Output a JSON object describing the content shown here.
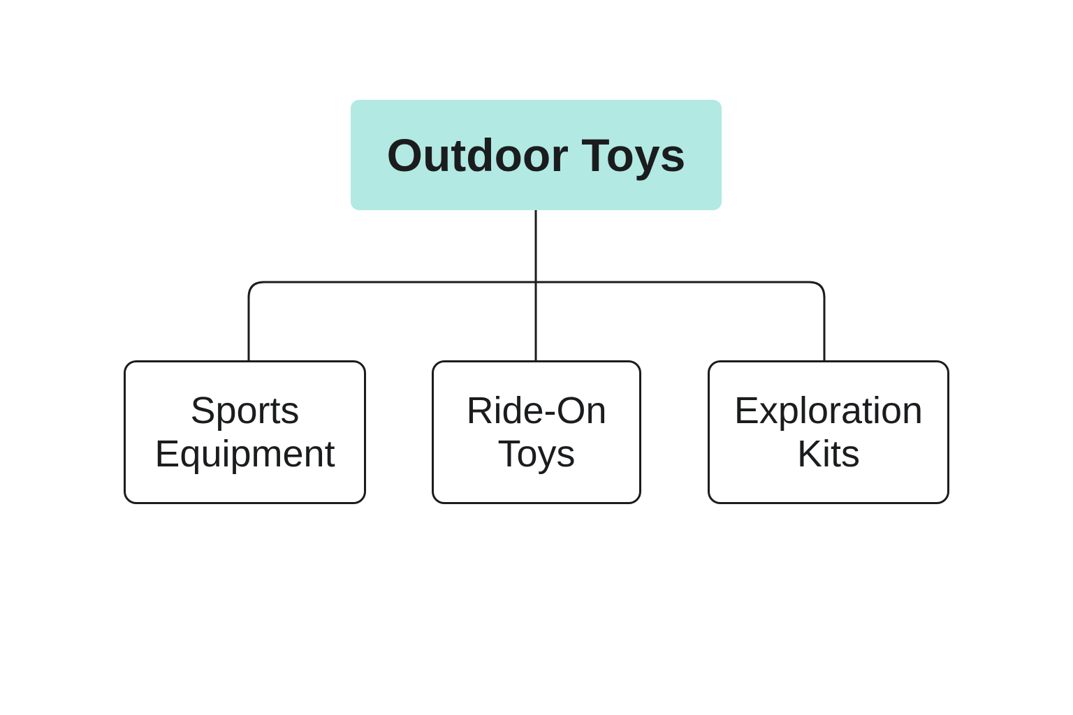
{
  "diagram": {
    "root": {
      "label": "Outdoor Toys",
      "fill_color": "#b2e9e3"
    },
    "children": [
      {
        "label": "Sports\nEquipment"
      },
      {
        "label": "Ride-On\nToys"
      },
      {
        "label": "Exploration\nKits"
      }
    ],
    "line_color": "#1b1c1e",
    "text_color": "#1b1c1e"
  }
}
